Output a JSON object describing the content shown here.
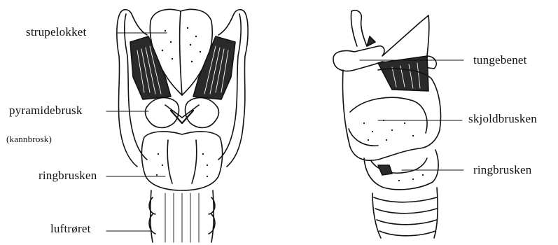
{
  "labels": {
    "strupelokket": "strupelokket",
    "pyramidebrusk": "pyramidebrusk",
    "kannbrosk": "(kannbrosk)",
    "ringbrusken_left": "ringbrusken",
    "luftroret": "luftrøret",
    "tungebenet": "tungebenet",
    "skjoldbrusken": "skjoldbrusken",
    "ringbrusken_right": "ringbrusken"
  },
  "colors": {
    "ink": "#111111",
    "paper": "#ffffff",
    "shade": "#2a2a2a"
  }
}
